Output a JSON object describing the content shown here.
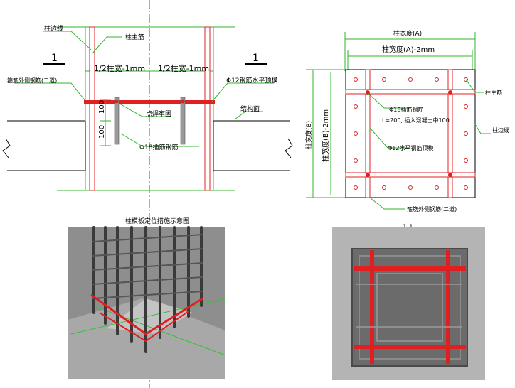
{
  "elevation": {
    "label_axis_line": "柱边线",
    "label_main_bar": "柱主筋",
    "label_half_left": "1/2柱宽-1mm",
    "label_half_right": "1/2柱宽-1mm",
    "label_stirrup": "箍筋外侧钢筋(二道)",
    "label_horizontal_bar": "Φ12钢筋水平顶模",
    "label_weld": "点焊牢固",
    "label_structure_face": "结构面",
    "label_anchor_bar": "Φ18插筋钢筋",
    "dim_upper": "100",
    "dim_lower": "100",
    "section_mark_left": "1",
    "section_mark_right": "1"
  },
  "plan": {
    "label_width_a": "柱宽度(A)",
    "label_width_a_minus": "柱宽度(A)-2mm",
    "label_width_b": "柱宽度(B)",
    "label_width_b_minus": "柱宽度(B)-2mm",
    "label_main_bar": "柱主筋",
    "label_axis_line": "柱边线",
    "label_anchor_bar": "Φ18插筋钢筋",
    "label_anchor_note": "L=200, 插入混凝土中100",
    "label_horizontal_bar": "Φ12水平钢筋顶模",
    "label_stirrup": "箍筋外侧钢筋(二道)"
  },
  "render_caption": "柱模板定位措施示意图",
  "section_caption": "1-1"
}
